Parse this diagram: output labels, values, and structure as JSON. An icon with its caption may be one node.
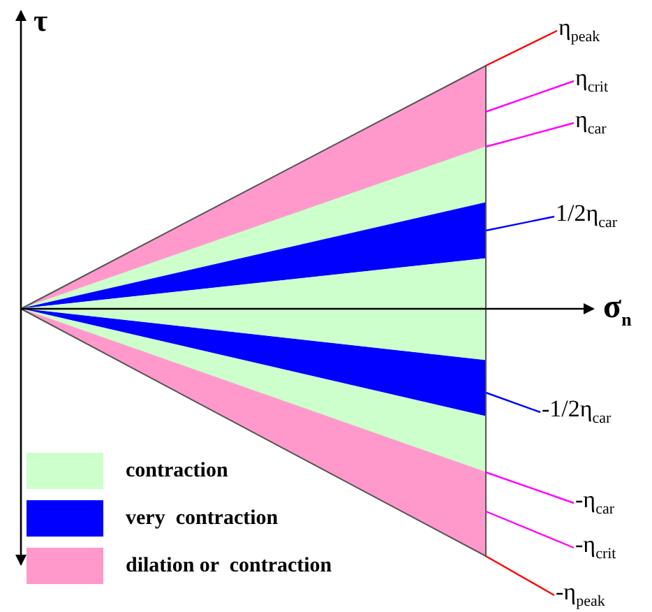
{
  "diagram": {
    "nodes": [
      {
        "text": [
          "η$_{peak}$"
        ]
      },
      {
        "text": [
          "η$_{crit}$"
        ]
      },
      {
        "text": [
          "η$_{car}$"
        ]
      },
      {
        "text": [
          "1/2η$_{car}$"
        ]
      },
      {
        "text": [
          "-1/2η$_{car}$"
        ]
      },
      {
        "text": [
          "-η$_{car}$"
        ]
      },
      {
        "text": [
          "-η$_{crit}$"
        ]
      },
      {
        "text": [
          "-η$_{peak}$"
        ]
      }
    ],
    "edges": [
      {
        "from": 0,
        "to": null,
        "arrow": "none",
        "color": "#ff0000"
      },
      {
        "from": 1,
        "to": null,
        "arrow": "none",
        "color": "#ff00ff"
      },
      {
        "from": 2,
        "to": null,
        "arrow": "none",
        "color": "#ff00ff"
      },
      {
        "from": 3,
        "to": null,
        "arrow": "none",
        "color": "#0000ff"
      },
      {
        "from": 4,
        "to": null,
        "arrow": "none",
        "color": "#0000ff"
      },
      {
        "from": 5,
        "to": null,
        "arrow": "none",
        "color": "#ff00ff"
      },
      {
        "from": 6,
        "to": null,
        "arrow": "none",
        "color": "#ff00ff"
      },
      {
        "from": 7,
        "to": null,
        "arrow": "none",
        "color": "#ff0000"
      }
    ],
    "labels": [
      "τ",
      "σ$_{n}$"
    ],
    "legend": [
      {
        "text": "contraction",
        "color": "#ccffcc"
      },
      {
        "text": "very  contraction",
        "color": "#0000ff"
      },
      {
        "text": "dilation or  contraction",
        "color": "#ff99cc"
      }
    ]
  }
}
